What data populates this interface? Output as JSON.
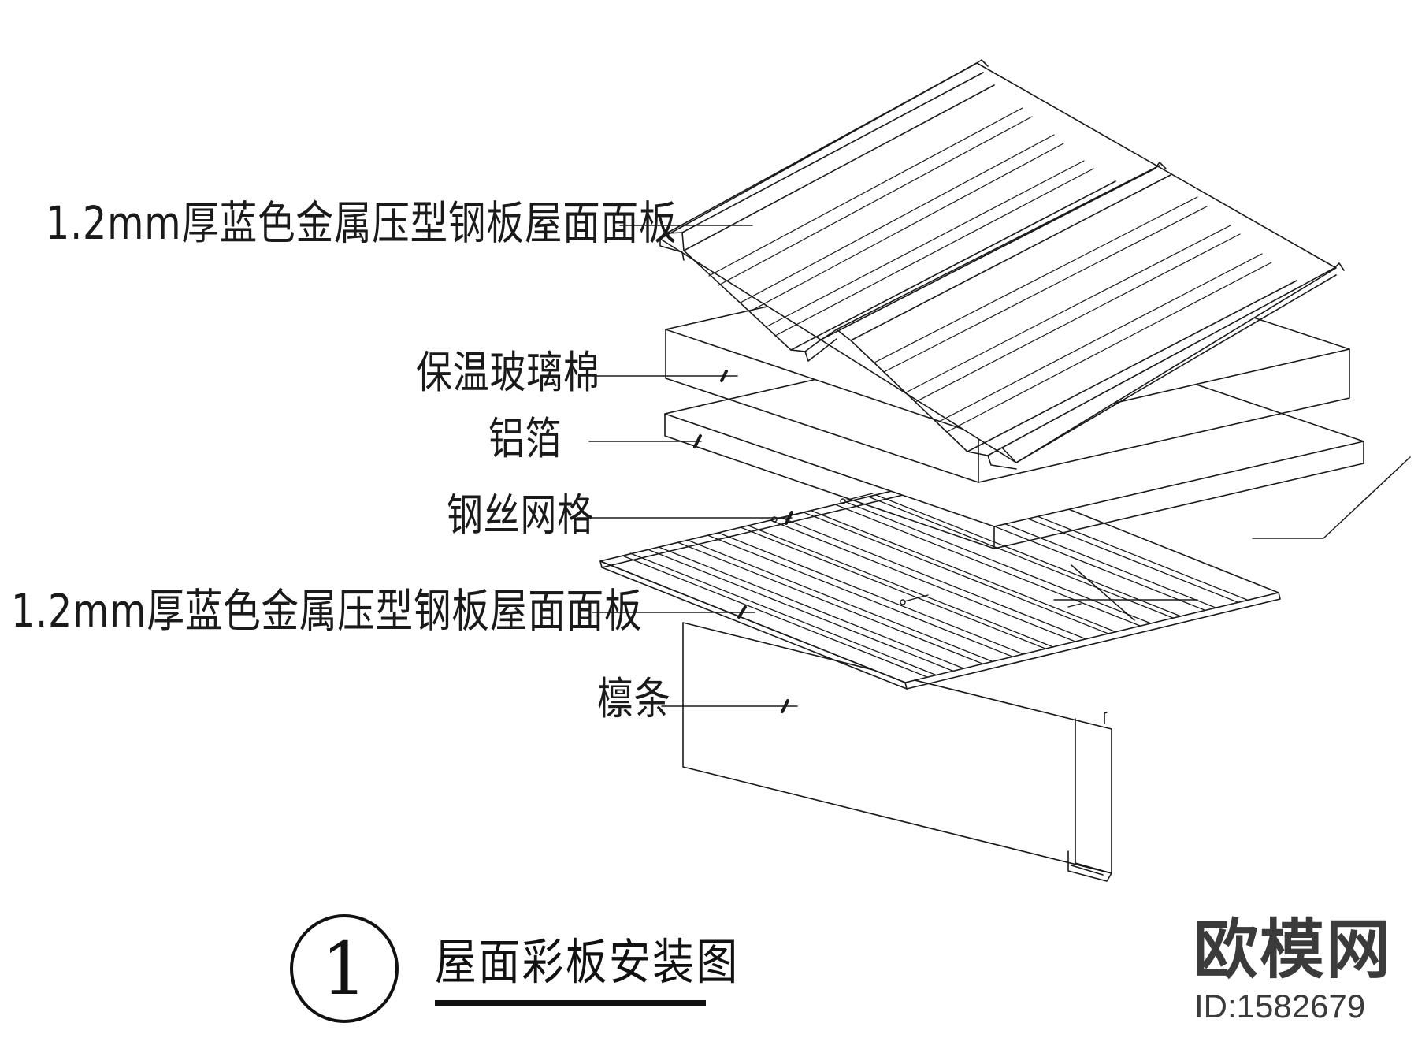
{
  "labels": {
    "top_panel": "1.2mm厚蓝色金属压型钢板屋面面板",
    "insulation": "保温玻璃棉",
    "foil": "铝箔",
    "mesh": "钢丝网格",
    "bottom_panel": "1.2mm厚蓝色金属压型钢板屋面面板",
    "purlin": "檩条"
  },
  "title": {
    "number": "1",
    "text": "屋面彩板安装图"
  },
  "watermark": {
    "brand": "欧模网",
    "id": "ID:1582679"
  },
  "colors": {
    "line": "#1a1a1a",
    "watermark": "#3b3b3b"
  }
}
